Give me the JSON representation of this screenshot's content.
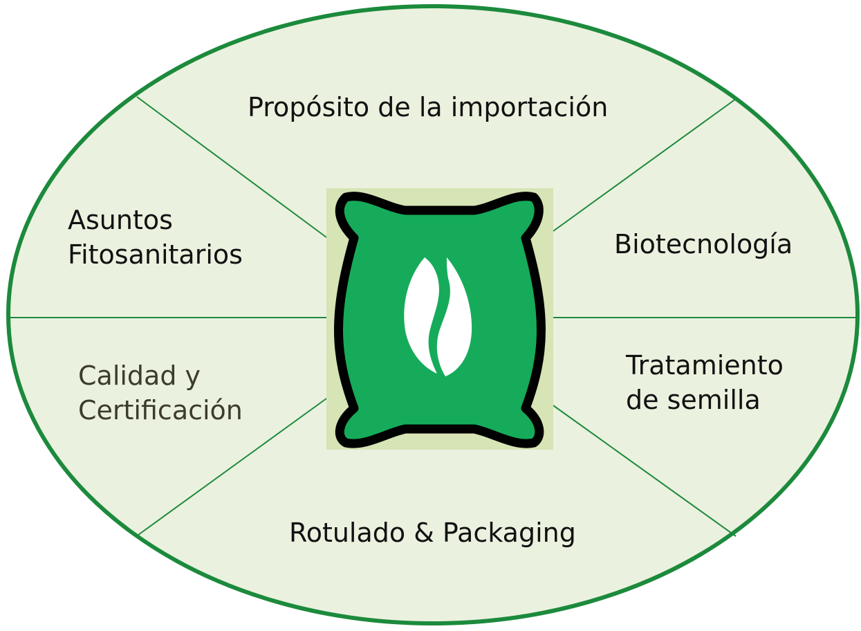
{
  "diagram": {
    "center_icon": "seed-bag-icon",
    "colors": {
      "ellipse_fill": "#ebf1df",
      "ellipse_stroke": "#1c8a3c",
      "divider_stroke": "#1c8a3c",
      "icon_background": "#d6e4b6",
      "bag_fill": "#16ab5a",
      "bag_outline": "#000000",
      "seed_fill": "#ffffff"
    },
    "segments": {
      "top": {
        "lines": [
          "Propósito de la importación"
        ]
      },
      "upper_left": {
        "lines": [
          "Asuntos",
          "Fitosanitarios"
        ]
      },
      "upper_right": {
        "lines": [
          "Biotecnología"
        ]
      },
      "lower_left": {
        "lines": [
          "Calidad y",
          "Certificación"
        ]
      },
      "lower_right": {
        "lines": [
          "Tratamiento",
          "de semilla"
        ]
      },
      "bottom": {
        "lines": [
          "Rotulado & Packaging"
        ]
      }
    }
  }
}
